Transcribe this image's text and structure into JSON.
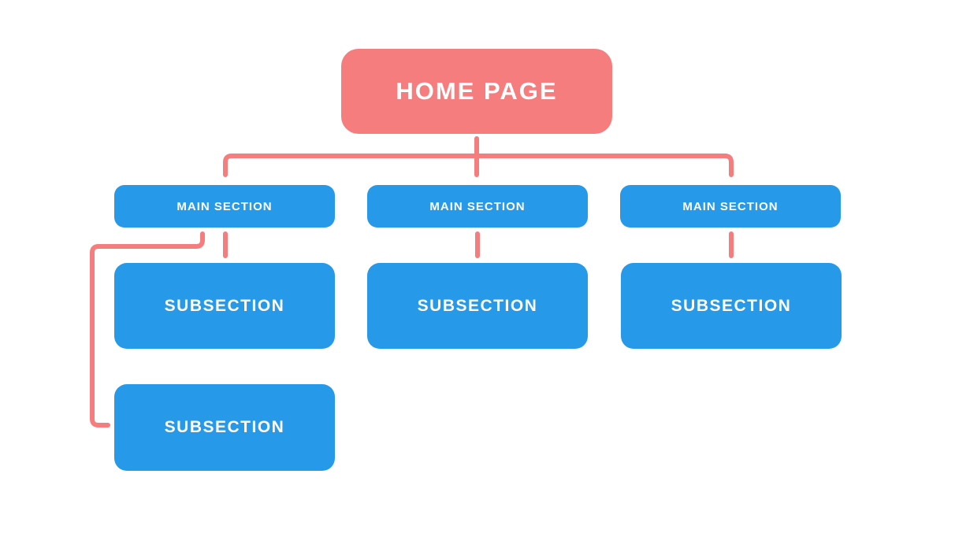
{
  "colors": {
    "connector": "#F57D7D",
    "root_fill": "#F57D7D",
    "node_fill": "#2699E8",
    "label": "#FFFFFF"
  },
  "nodes": {
    "root": {
      "label": "HOME PAGE"
    },
    "mains": [
      {
        "label": "MAIN SECTION"
      },
      {
        "label": "MAIN SECTION"
      },
      {
        "label": "MAIN SECTION"
      }
    ],
    "subs": [
      {
        "label": "SUBSECTION"
      },
      {
        "label": "SUBSECTION"
      },
      {
        "label": "SUBSECTION"
      },
      {
        "label": "SUBSECTION"
      }
    ]
  }
}
